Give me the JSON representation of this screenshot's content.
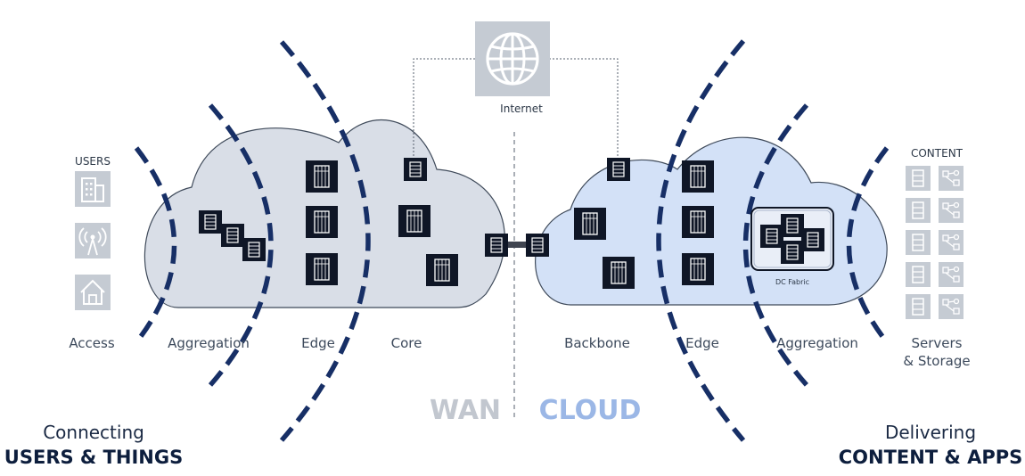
{
  "left_tiers": {
    "access": "Access",
    "aggregation": "Aggregation",
    "edge": "Edge",
    "core": "Core"
  },
  "right_tiers": {
    "backbone": "Backbone",
    "edge": "Edge",
    "aggregation": "Aggregation",
    "servers_line1": "Servers",
    "servers_line2": "& Storage"
  },
  "headings": {
    "users": "USERS",
    "content": "CONTENT"
  },
  "internet_label": "Internet",
  "dc_fabric_label": "DC Fabric",
  "wan_label": "WAN",
  "cloud_label": "CLOUD",
  "bottom_left": {
    "line1": "Connecting",
    "line2": "USERS & THINGS"
  },
  "bottom_right": {
    "line1": "Delivering",
    "line2": "CONTENT & APPS"
  },
  "colors": {
    "left_cloud": "#d9dee7",
    "right_cloud": "#d3e1f7",
    "arc": "#172f66",
    "device": "#0f1626",
    "icon_tile": "#c5cbd3",
    "wan_text": "#c2c7cf",
    "cloud_text": "#9bb7e6"
  },
  "icons": {
    "users": [
      "building-icon",
      "antenna-icon",
      "house-icon"
    ],
    "content": [
      "server-icon",
      "storage-network-icon"
    ],
    "internet": "globe-icon"
  }
}
